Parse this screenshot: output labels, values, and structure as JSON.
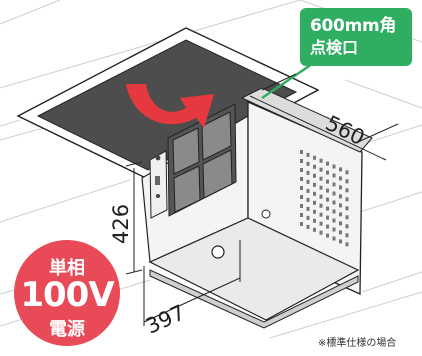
{
  "callout": {
    "line1": "600mm角",
    "line2": "点検口"
  },
  "badge": {
    "line1": "単相",
    "line2": "100V",
    "line3": "電源"
  },
  "dimensions": {
    "height": "426",
    "width": "397",
    "depth": "560"
  },
  "footnote": "※標準仕様の場合",
  "colors": {
    "callout": "#2fae62",
    "badge": "#e84a57",
    "arrow": "#e5393f",
    "hatch_panel": "#4d4d4d"
  }
}
